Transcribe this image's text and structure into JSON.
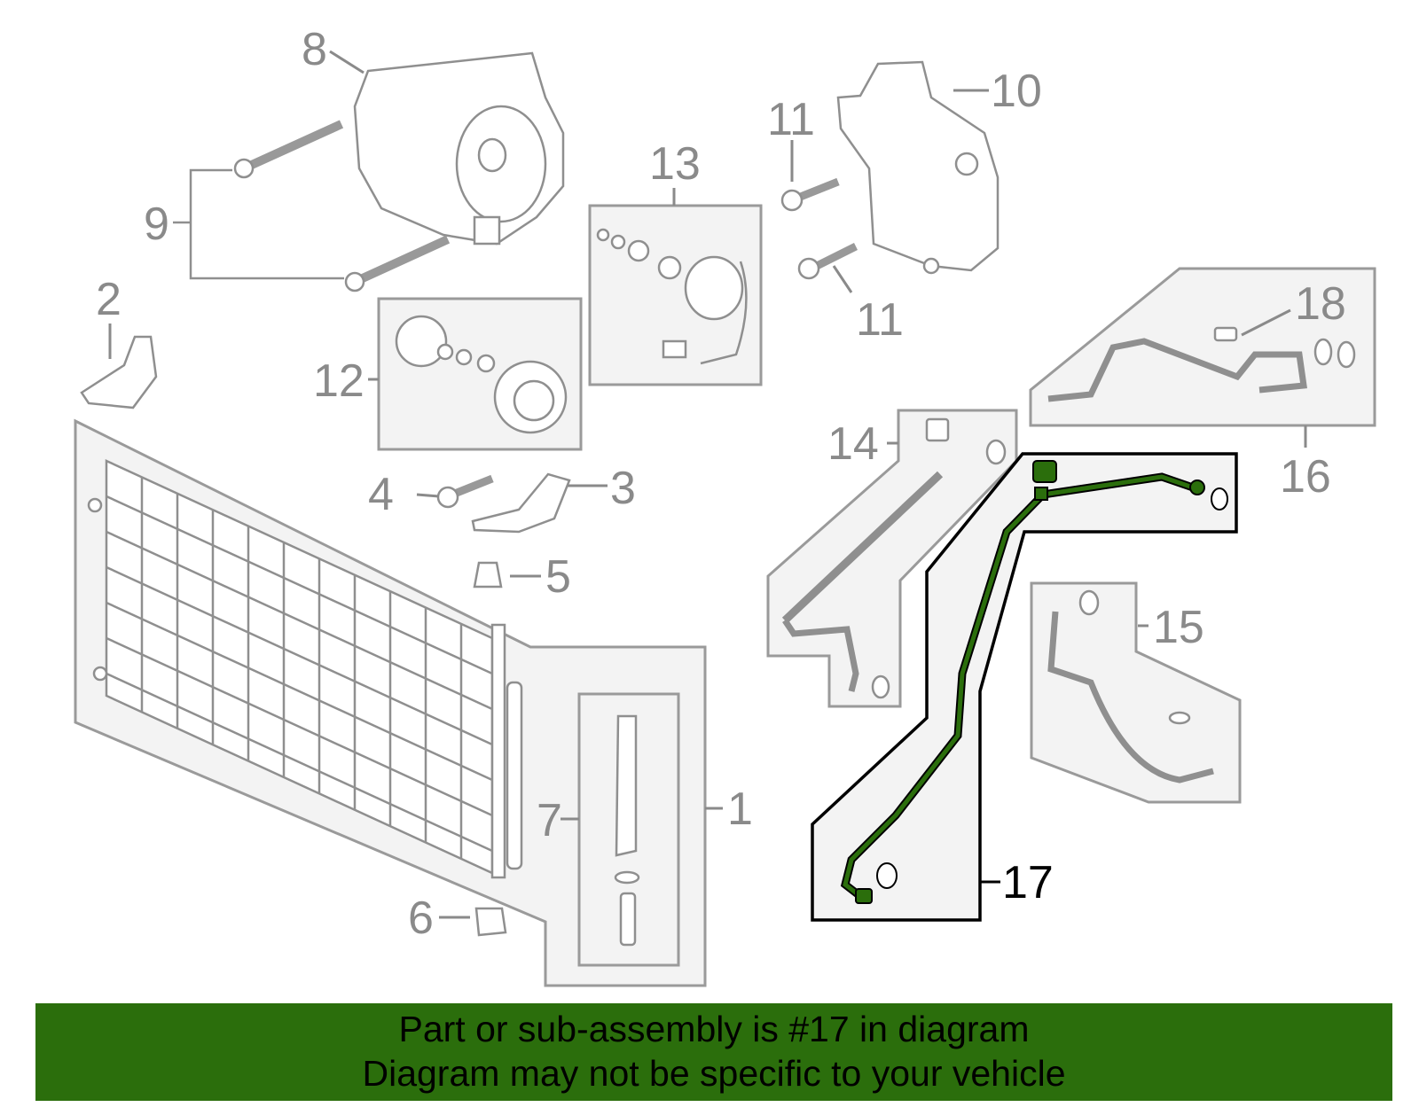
{
  "callouts": {
    "c1": "1",
    "c2": "2",
    "c3": "3",
    "c4": "4",
    "c5": "5",
    "c6": "6",
    "c7": "7",
    "c8": "8",
    "c9": "9",
    "c10": "10",
    "c11a": "11",
    "c11b": "11",
    "c12": "12",
    "c13": "13",
    "c14": "14",
    "c15": "15",
    "c16": "16",
    "c17": "17",
    "c18": "18"
  },
  "highlight_part": "17",
  "colors": {
    "highlight_pipe": "#2b6e0c",
    "banner_bg": "#2b6e0c",
    "line_art": "#8f8f8f"
  },
  "banner": {
    "line1": "Part or sub-assembly is #17 in diagram",
    "line2": "Diagram may not be specific to your vehicle"
  }
}
